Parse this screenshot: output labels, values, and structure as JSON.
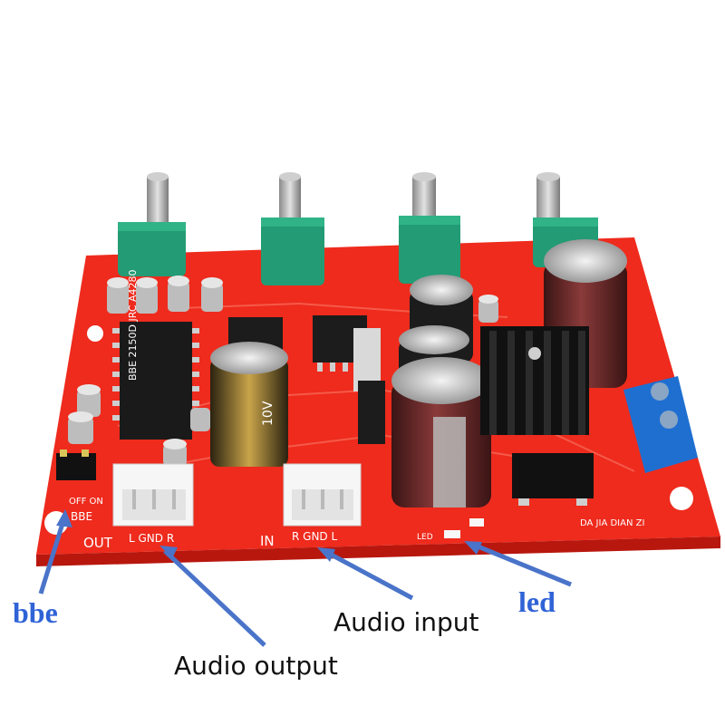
{
  "annotations": {
    "bbe": "bbe",
    "led": "led",
    "audio_input": "Audio input",
    "audio_output": "Audio output"
  },
  "silkscreen": {
    "out": "OUT",
    "out_pins": "L GND R",
    "in": "IN",
    "in_pins": "R GND L",
    "bbe": "BBE",
    "on_off": "OFF  ON",
    "led": "LED",
    "maker": "DA JIA DIAN ZI",
    "chip_text": "BBE 2150D  JRC A4280",
    "cap_text": "10V"
  },
  "colors": {
    "board": "#ee2b1d",
    "board_edge": "#c81a10",
    "annotation_blue": "#2f63d6",
    "annotation_black": "#111111",
    "terminal_block": "#1f6fd1",
    "potentiometer": "#239b74"
  }
}
